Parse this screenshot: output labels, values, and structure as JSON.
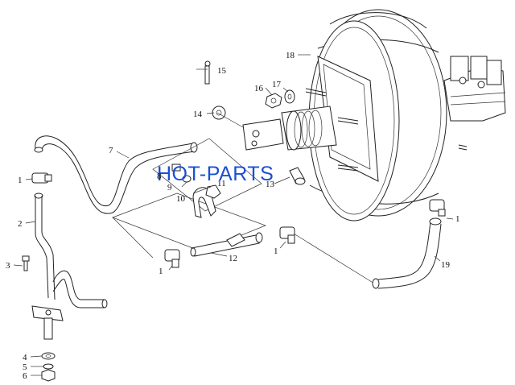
{
  "watermark": "HOT-PARTS",
  "callouts": [
    {
      "id": "c1a",
      "text": "1"
    },
    {
      "id": "c2",
      "text": "2"
    },
    {
      "id": "c3",
      "text": "3"
    },
    {
      "id": "c4",
      "text": "4"
    },
    {
      "id": "c5",
      "text": "5"
    },
    {
      "id": "c6",
      "text": "6"
    },
    {
      "id": "c7",
      "text": "7"
    },
    {
      "id": "c8",
      "text": "8"
    },
    {
      "id": "c9",
      "text": "9"
    },
    {
      "id": "c10",
      "text": "10"
    },
    {
      "id": "c11",
      "text": "11"
    },
    {
      "id": "c12",
      "text": "12"
    },
    {
      "id": "c1b",
      "text": "1"
    },
    {
      "id": "c1c",
      "text": "1"
    },
    {
      "id": "c13",
      "text": "13"
    },
    {
      "id": "c14",
      "text": "14"
    },
    {
      "id": "c15",
      "text": "15"
    },
    {
      "id": "c16",
      "text": "16"
    },
    {
      "id": "c17",
      "text": "17"
    },
    {
      "id": "c18",
      "text": "18"
    },
    {
      "id": "c1d",
      "text": "1"
    },
    {
      "id": "c19",
      "text": "19"
    }
  ]
}
